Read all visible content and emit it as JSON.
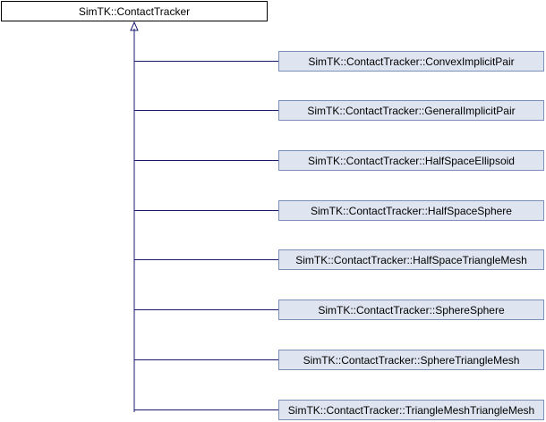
{
  "diagram": {
    "base_class": "SimTK::ContactTracker",
    "derived_classes": [
      "SimTK::ContactTracker::ConvexImplicitPair",
      "SimTK::ContactTracker::GeneralImplicitPair",
      "SimTK::ContactTracker::HalfSpaceEllipsoid",
      "SimTK::ContactTracker::HalfSpaceSphere",
      "SimTK::ContactTracker::HalfSpaceTriangleMesh",
      "SimTK::ContactTracker::SphereSphere",
      "SimTK::ContactTracker::SphereTriangleMesh",
      "SimTK::ContactTracker::TriangleMeshTriangleMesh"
    ],
    "colors": {
      "edge": "#191970",
      "derived_fill": "#dfe5f0",
      "derived_border": "#7b8fb7",
      "base_fill": "#ffffff",
      "base_border": "#000000"
    }
  }
}
